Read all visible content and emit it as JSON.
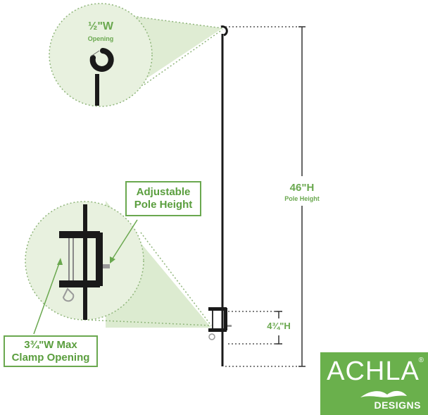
{
  "callout_top": {
    "measure": "½\"W",
    "caption": "Opening"
  },
  "dimension_pole": {
    "measure": "46\"H",
    "caption": "Pole Height"
  },
  "dimension_clamp": {
    "measure": "4¾\"H"
  },
  "label_adjustable": {
    "line1": "Adjustable",
    "line2": "Pole Height"
  },
  "label_clamp_opening": {
    "line1": "3¾\"W Max",
    "line2": "Clamp Opening"
  },
  "logo": {
    "brand": "ACHLA",
    "registered": "®",
    "sub": "DESIGNS"
  },
  "colors": {
    "accent_green": "#6aa84f",
    "callout_fill": "#e6f0dc",
    "logo_green": "#6ab04c",
    "pole": "#1a1a1a"
  }
}
